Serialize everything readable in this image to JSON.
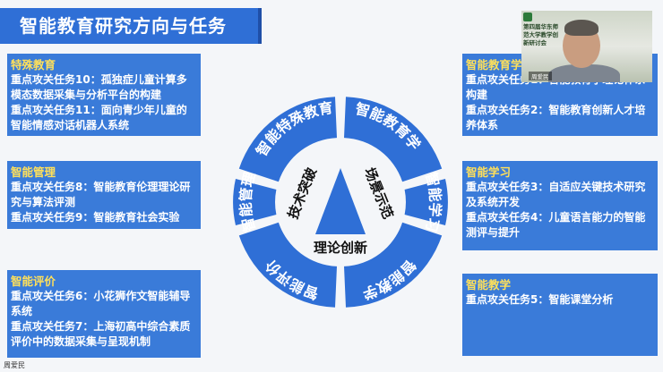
{
  "slide": {
    "title": "智能教育研究方向与任务"
  },
  "left_cards": [
    {
      "heading": "特殊教育",
      "items": [
        "重点攻关任务10：孤独症儿童计算多模态数据采集与分析平台的构建",
        "重点攻关任务11：面向青少年儿童的智能情感对话机器人系统"
      ]
    },
    {
      "heading": "智能管理",
      "items": [
        "重点攻关任务8：智能教育伦理理论研究与算法评测",
        "重点攻关任务9：智能教育社会实验"
      ]
    },
    {
      "heading": "智能评价",
      "items": [
        "重点攻关任务6：小花狮作文智能辅导系统",
        "重点攻关任务7：上海初高中综合素质评价中的数据采集与呈现机制"
      ]
    }
  ],
  "right_cards": [
    {
      "heading": "智能教育学",
      "items": [
        "重点攻关任务1：智能教育学理论体系构建",
        "重点攻关任务2：智能教育创新人才培养体系"
      ]
    },
    {
      "heading": "智能学习",
      "items": [
        "重点攻关任务3：自适应关键技术研究及系统开发",
        "重点攻关任务4：儿童语言能力的智能测评与提升"
      ]
    },
    {
      "heading": "智能教学",
      "items": [
        "重点攻关任务5：智能课堂分析"
      ]
    }
  ],
  "wheel": {
    "segments": [
      "智能特殊教育",
      "智能教育学",
      "智能学习",
      "智能教学",
      "智能评价",
      "智能管理"
    ],
    "triangle": {
      "left": "技术突破",
      "right": "场景示范",
      "bottom": "理论创新"
    },
    "color": "#2f6fd6"
  },
  "video": {
    "caption": "第四届华东师范大学教学创新研讨会",
    "name": "周爱民"
  },
  "footer": {
    "speaker": "周爱民"
  },
  "colors": {
    "card_bg": "#3a7bd9",
    "heading": "#ffe05a",
    "title_bg": "#2f6fd6"
  }
}
